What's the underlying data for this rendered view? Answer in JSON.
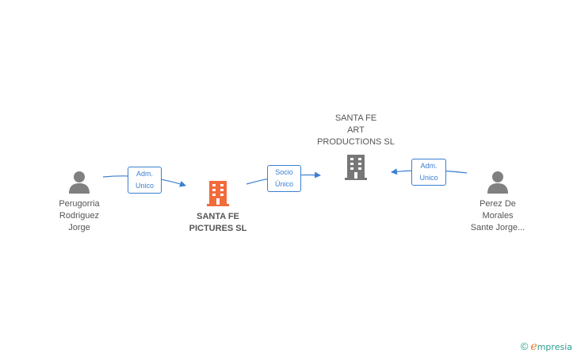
{
  "nodes": {
    "person_left": {
      "label": "Perugorria\nRodriguez\nJorge",
      "icon": "person-icon"
    },
    "company_main": {
      "label": "SANTA FE\nPICTURES SL",
      "icon": "building-icon",
      "color": "#f26b3a"
    },
    "company_art": {
      "label": "SANTA FE\nART\nPRODUCTIONS SL",
      "icon": "building-icon",
      "color": "#777777"
    },
    "person_right": {
      "label": "Perez De\nMorales\nSante Jorge...",
      "icon": "person-icon"
    }
  },
  "edges": {
    "left_to_main": {
      "label": "Adm.\nUnico"
    },
    "main_to_art": {
      "label": "Socio\nÚnico"
    },
    "right_to_art": {
      "label": "Adm.\nUnico"
    }
  },
  "colors": {
    "edge": "#3b7fd1",
    "person": "#808080",
    "main_building": "#f26b3a",
    "other_building": "#777777"
  },
  "brand": {
    "copyright": "©",
    "name_first": "e",
    "name_rest": "mpresia"
  }
}
